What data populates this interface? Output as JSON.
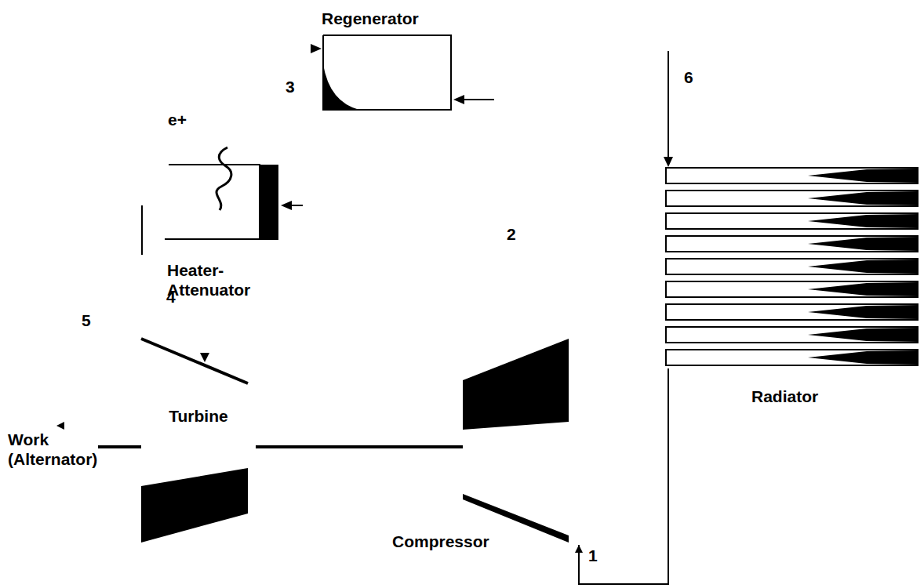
{
  "diagram": {
    "nodes": [
      {
        "text": [
          "Regenerator"
        ]
      },
      {
        "text": [
          "Heater- Attenuator"
        ]
      },
      {
        "text": [
          "Turbine"
        ]
      },
      {
        "text": [
          "Compressor"
        ]
      },
      {
        "text": [
          "Radiator"
        ]
      }
    ],
    "edges": [
      {
        "from": 4,
        "to": 3,
        "arrow": "to"
      },
      {
        "from": 2,
        "to": 3,
        "arrow": "none"
      }
    ],
    "labels": [
      "3",
      "e+",
      "6",
      "2",
      "4",
      "5",
      "Work (Alternator)",
      "1"
    ]
  }
}
